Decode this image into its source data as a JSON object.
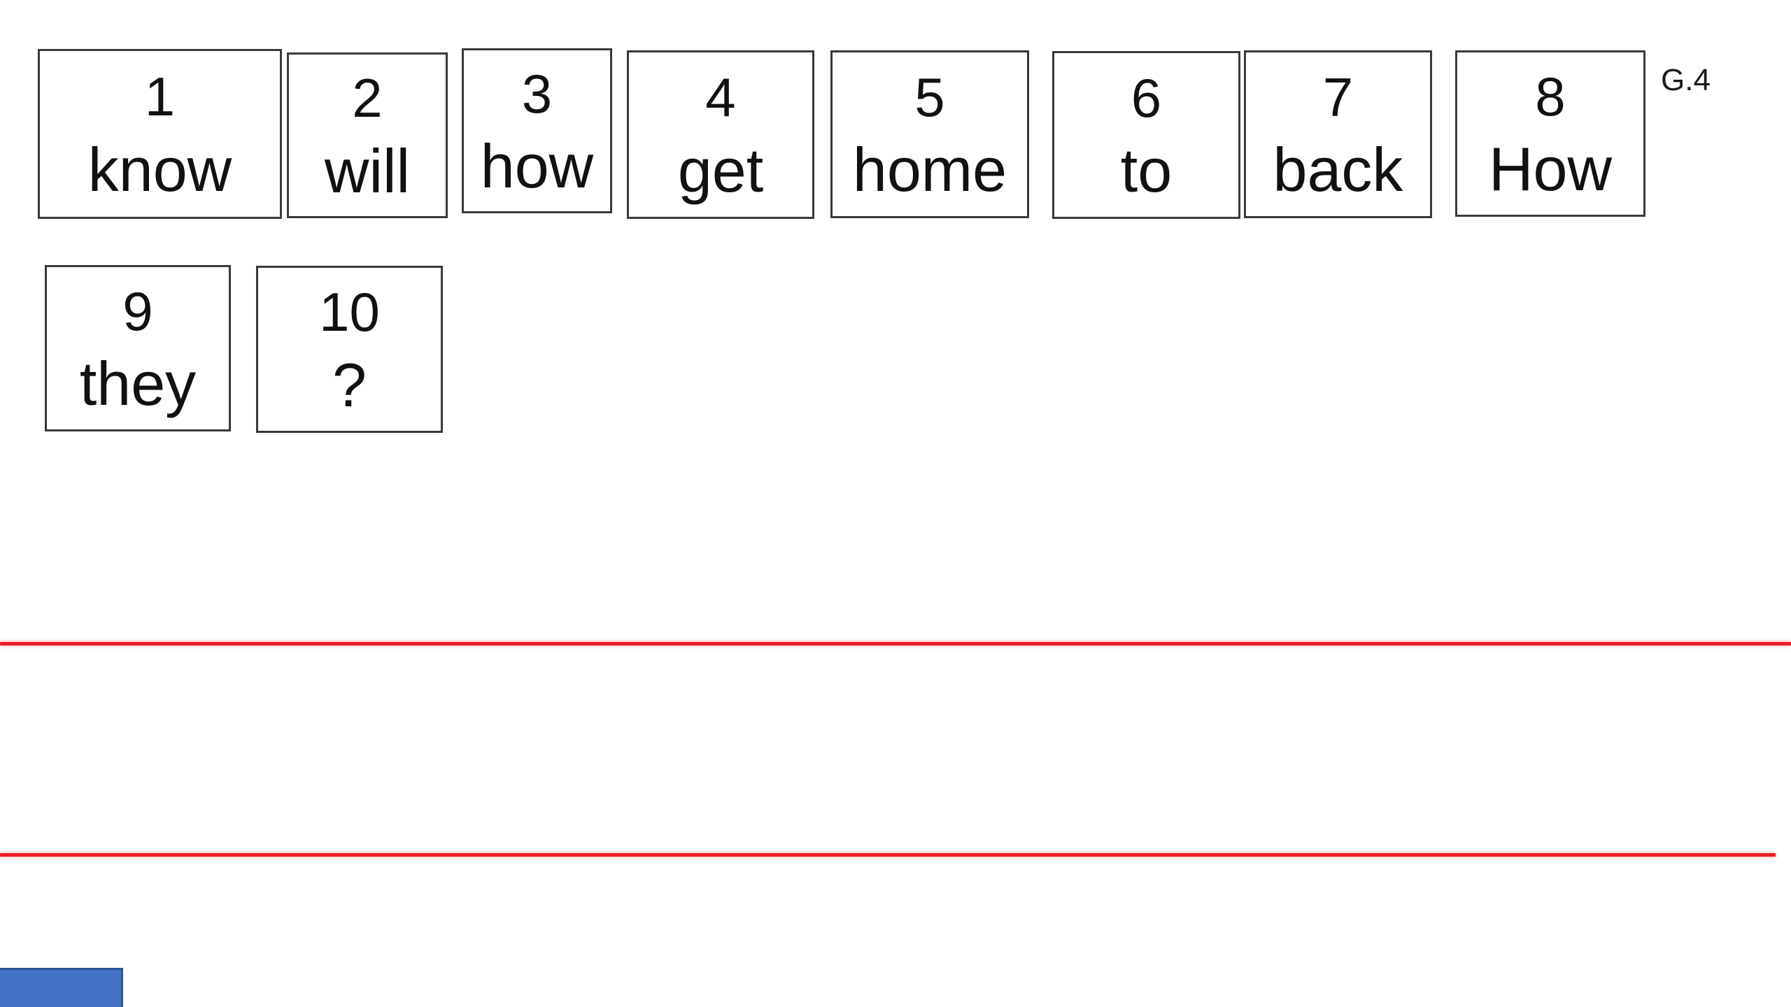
{
  "page": {
    "corner_label": "G.4",
    "background_color": "#ffffff",
    "tile_border_color": "#3a3a3a",
    "tile_text_color": "#111111",
    "red_line_color": "#ec1c24",
    "blue_shape_color": "#4472c4"
  },
  "tiles": [
    {
      "number": "1",
      "word": "know"
    },
    {
      "number": "2",
      "word": "will"
    },
    {
      "number": "3",
      "word": "how"
    },
    {
      "number": "4",
      "word": "get"
    },
    {
      "number": "5",
      "word": "home"
    },
    {
      "number": "6",
      "word": "to"
    },
    {
      "number": "7",
      "word": "back"
    },
    {
      "number": "8",
      "word": "How"
    },
    {
      "number": "9",
      "word": "they"
    },
    {
      "number": "10",
      "word": "?"
    }
  ]
}
